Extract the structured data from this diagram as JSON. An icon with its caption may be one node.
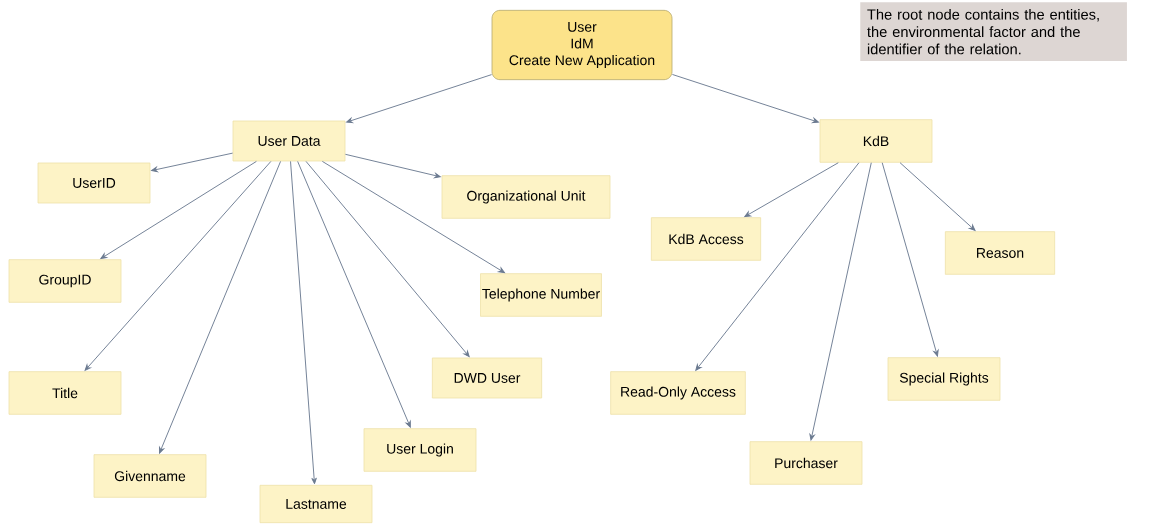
{
  "diagram": {
    "nodes": [
      {
        "text": [
          "User",
          "IdM",
          "Create New Application"
        ]
      },
      {
        "text": [
          "User Data"
        ]
      },
      {
        "text": [
          "UserID"
        ]
      },
      {
        "text": [
          "GroupID"
        ]
      },
      {
        "text": [
          "Title"
        ]
      },
      {
        "text": [
          "Givenname"
        ]
      },
      {
        "text": [
          "Lastname"
        ]
      },
      {
        "text": [
          "User Login"
        ]
      },
      {
        "text": [
          "DWD User"
        ]
      },
      {
        "text": [
          "Telephone Number"
        ]
      },
      {
        "text": [
          "Organizational Unit"
        ]
      },
      {
        "text": [
          "KdB"
        ]
      },
      {
        "text": [
          "KdB Access"
        ]
      },
      {
        "text": [
          "Reason"
        ]
      },
      {
        "text": [
          "Read-Only Access"
        ]
      },
      {
        "text": [
          "Purchaser"
        ]
      },
      {
        "text": [
          "Special Rights"
        ]
      }
    ],
    "edges": [
      {
        "from": 0,
        "to": 1,
        "arrow": "to"
      },
      {
        "from": 0,
        "to": 11,
        "arrow": "to"
      },
      {
        "from": 1,
        "to": 2,
        "arrow": "to"
      },
      {
        "from": 1,
        "to": 3,
        "arrow": "to"
      },
      {
        "from": 1,
        "to": 4,
        "arrow": "to"
      },
      {
        "from": 1,
        "to": 5,
        "arrow": "to"
      },
      {
        "from": 1,
        "to": 6,
        "arrow": "to"
      },
      {
        "from": 1,
        "to": 7,
        "arrow": "to"
      },
      {
        "from": 1,
        "to": 8,
        "arrow": "to"
      },
      {
        "from": 1,
        "to": 9,
        "arrow": "to"
      },
      {
        "from": 1,
        "to": 10,
        "arrow": "to"
      },
      {
        "from": 11,
        "to": 12,
        "arrow": "to"
      },
      {
        "from": 11,
        "to": 14,
        "arrow": "to"
      },
      {
        "from": 11,
        "to": 15,
        "arrow": "to"
      },
      {
        "from": 11,
        "to": 16,
        "arrow": "to"
      },
      {
        "from": 11,
        "to": 13,
        "arrow": "to"
      }
    ],
    "labels": [
      "The root node contains the entities, the environmental factor and the identifier of the relation."
    ]
  }
}
